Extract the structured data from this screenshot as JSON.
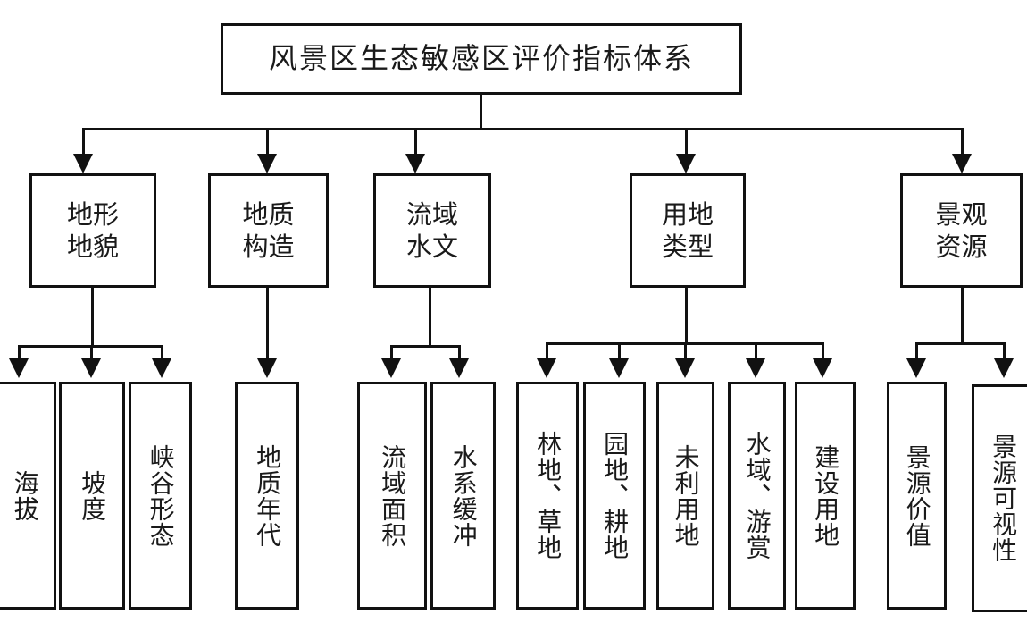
{
  "diagram": {
    "title": "风景区生态敏感区评价指标体系",
    "type": "hierarchy-tree",
    "levels": 3,
    "root": {
      "label": "风景区生态敏感区评价指标体系"
    },
    "categories": [
      {
        "label": "地形\n地貌",
        "label_plain": "地形地貌",
        "children": [
          {
            "label": "海拔"
          },
          {
            "label": "坡度"
          },
          {
            "label": "峡谷形态"
          }
        ]
      },
      {
        "label": "地质\n构造",
        "label_plain": "地质构造",
        "children": [
          {
            "label": "地质年代"
          }
        ]
      },
      {
        "label": "流域\n水文",
        "label_plain": "流域水文",
        "children": [
          {
            "label": "流域面积"
          },
          {
            "label": "水系缓冲"
          }
        ]
      },
      {
        "label": "用地\n类型",
        "label_plain": "用地类型",
        "children": [
          {
            "label": "林地、草地"
          },
          {
            "label": "园地、耕地"
          },
          {
            "label": "未利用地"
          },
          {
            "label": "水域、游赏"
          },
          {
            "label": "建设用地"
          }
        ]
      },
      {
        "label": "景观\n资源",
        "label_plain": "景观资源",
        "children": [
          {
            "label": "景源价值"
          },
          {
            "label": "景源可视性"
          }
        ]
      }
    ]
  },
  "style": {
    "line_color": "#111111",
    "box_fill": "#ffffff",
    "text_color": "#1a1a1a"
  }
}
